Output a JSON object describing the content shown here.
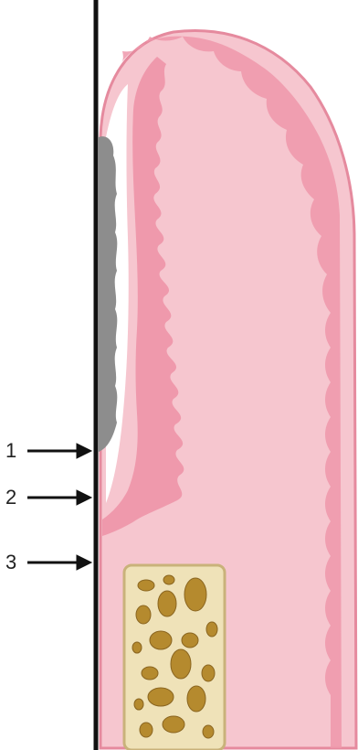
{
  "markers": [
    {
      "label": "1"
    },
    {
      "label": "2"
    },
    {
      "label": "3"
    }
  ],
  "colors": {
    "gingiva_fill": "#f6c6cf",
    "gingiva_outline": "#e58a9e",
    "epithelium": "#ec8aa0",
    "calculus": "#8d8d8d",
    "tooth_line": "#111111",
    "bone_fill": "#efe2b8",
    "bone_outline": "#c9b27a",
    "marrow": "#b58a2e"
  }
}
